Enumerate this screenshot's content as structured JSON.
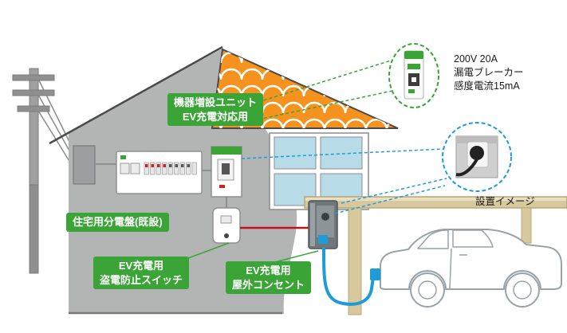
{
  "diagram": {
    "badges": {
      "expansion_unit": {
        "line1": "機器増設ユニット",
        "line2": "EV充電対応用"
      },
      "distribution_board": {
        "line1": "住宅用分電盤(既設)"
      },
      "anti_theft_switch": {
        "line1": "EV充電用",
        "line2": "盗電防止スイッチ"
      },
      "outdoor_outlet": {
        "line1": "EV充電用",
        "line2": "屋外コンセント"
      }
    },
    "notes": {
      "breaker_spec": {
        "line1": "200V 20A",
        "line2": "漏電ブレーカー",
        "line3": "感度電流15mA"
      },
      "installation_image": "設置イメージ"
    },
    "colors": {
      "badge_green": "#3aa437",
      "roof_orange": "#f6921e",
      "house_gray": "#b3b5b4",
      "window_blue": "#b7dce8",
      "cable_red": "#c1121c",
      "cable_blue": "#1f9cd8",
      "callout_green": "#3aa437",
      "callout_blue": "#1f9cd8",
      "carport_tan": "#d8c89e"
    }
  }
}
